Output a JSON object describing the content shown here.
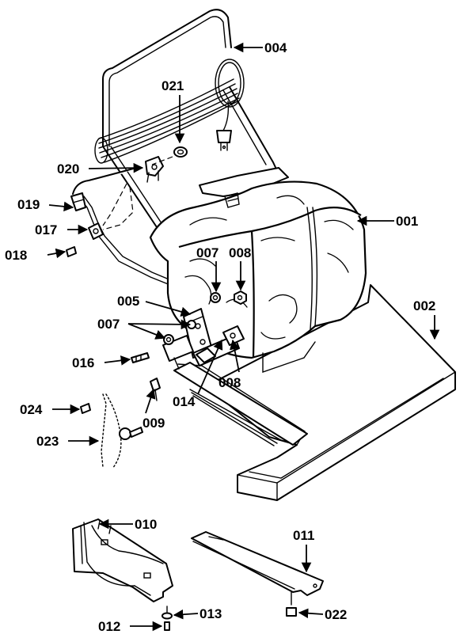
{
  "callouts": [
    {
      "id": "c004",
      "label": "004"
    },
    {
      "id": "c021",
      "label": "021"
    },
    {
      "id": "c020",
      "label": "020"
    },
    {
      "id": "c019",
      "label": "019"
    },
    {
      "id": "c017",
      "label": "017"
    },
    {
      "id": "c018",
      "label": "018"
    },
    {
      "id": "c001",
      "label": "001"
    },
    {
      "id": "c007a",
      "label": "007"
    },
    {
      "id": "c008a",
      "label": "008"
    },
    {
      "id": "c005",
      "label": "005"
    },
    {
      "id": "c007b",
      "label": "007"
    },
    {
      "id": "c002",
      "label": "002"
    },
    {
      "id": "c016",
      "label": "016"
    },
    {
      "id": "c008b",
      "label": "008"
    },
    {
      "id": "c014",
      "label": "014"
    },
    {
      "id": "c009",
      "label": "009"
    },
    {
      "id": "c024",
      "label": "024"
    },
    {
      "id": "c023",
      "label": "023"
    },
    {
      "id": "c010",
      "label": "010"
    },
    {
      "id": "c011",
      "label": "011"
    },
    {
      "id": "c013",
      "label": "013"
    },
    {
      "id": "c012",
      "label": "012"
    },
    {
      "id": "c022",
      "label": "022"
    }
  ]
}
